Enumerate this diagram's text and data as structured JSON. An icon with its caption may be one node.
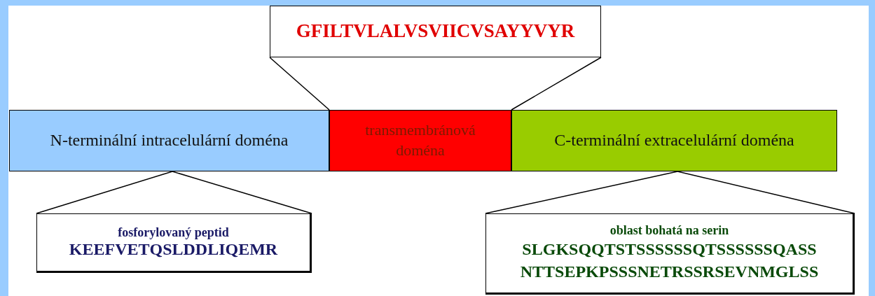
{
  "diagram": {
    "nodes": [
      {
        "text": [
          "GFILTVLALVSVIICVSAYYVYR"
        ]
      },
      {
        "text": [
          "N-terminální intracelulární doména"
        ]
      },
      {
        "text": [
          "transmembránová doména"
        ]
      },
      {
        "text": [
          "C-terminální extracelulární doména"
        ]
      },
      {
        "text": [
          "fosforylovaný peptid",
          "KEEFVETQSLDDLIQEMR"
        ]
      },
      {
        "text": [
          "oblast bohatá na serin",
          "SLGKSQQTSTSSSSSSQTSSSSSSQASS NTTSEPKPSSSNETRSSRSEVNMGLSS"
        ]
      }
    ],
    "edges": [
      {
        "from": 2,
        "to": 0,
        "arrow": "none"
      },
      {
        "from": 2,
        "to": 0,
        "arrow": "none"
      },
      {
        "from": 1,
        "to": 4,
        "arrow": "none"
      },
      {
        "from": 1,
        "to": 4,
        "arrow": "none"
      },
      {
        "from": 3,
        "to": 5,
        "arrow": "none"
      },
      {
        "from": 3,
        "to": 5,
        "arrow": "none"
      }
    ]
  }
}
